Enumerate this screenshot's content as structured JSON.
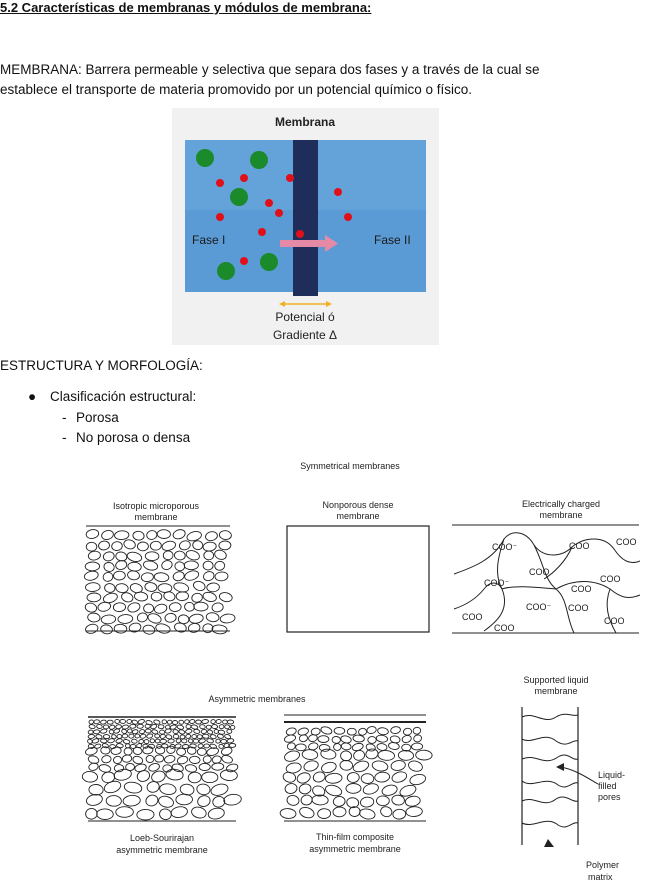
{
  "heading": "5.2 Características de membranas y módulos de membrana:",
  "paragraph": {
    "line1": "MEMBRANA: Barrera permeable y selectiva que separa dos fases y a través de la cual se",
    "line2": "establece el transporte de materia promovido por un potencial químico o físico."
  },
  "membrane_figure": {
    "title": "Membrana",
    "phase_left": "Fase I",
    "phase_right": "Fase II",
    "caption_line1": "Potencial ó",
    "caption_line2": "Gradiente Δ",
    "colors": {
      "water": "#5b9bd5",
      "membrane": "#1f2d5a",
      "large_particle": "#1b8a2b",
      "small_particle": "#e0101a",
      "arrow": "#e58aa6",
      "gradient_arrow": "#f2b01e"
    }
  },
  "section_title": "ESTRUCTURA Y MORFOLOGÍA:",
  "classification": {
    "bullet": "Clasificación estructural:",
    "items": [
      "Porosa",
      "No porosa o densa"
    ]
  },
  "morphology_figure": {
    "symmetric_title": "Symmetrical membranes",
    "isotropic_l1": "Isotropic microporous",
    "isotropic_l2": "membrane",
    "nonporous_l1": "Nonporous dense",
    "nonporous_l2": "membrane",
    "charged_l1": "Electrically charged",
    "charged_l2": "membrane",
    "charge_label": "COO",
    "charge_label_neg": "COO⁻",
    "supported_l1": "Supported liquid",
    "supported_l2": "membrane",
    "asymmetric_title": "Asymmetric membranes",
    "loeb_l1": "Loeb-Sourirajan",
    "loeb_l2": "asymmetric membrane",
    "thin_l1": "Thin-film composite",
    "thin_l2": "asymmetric membrane",
    "liquid_l1": "Liquid-",
    "liquid_l2": "filled",
    "liquid_l3": "pores",
    "polymer_l1": "Polymer",
    "polymer_l2": "matrix"
  }
}
